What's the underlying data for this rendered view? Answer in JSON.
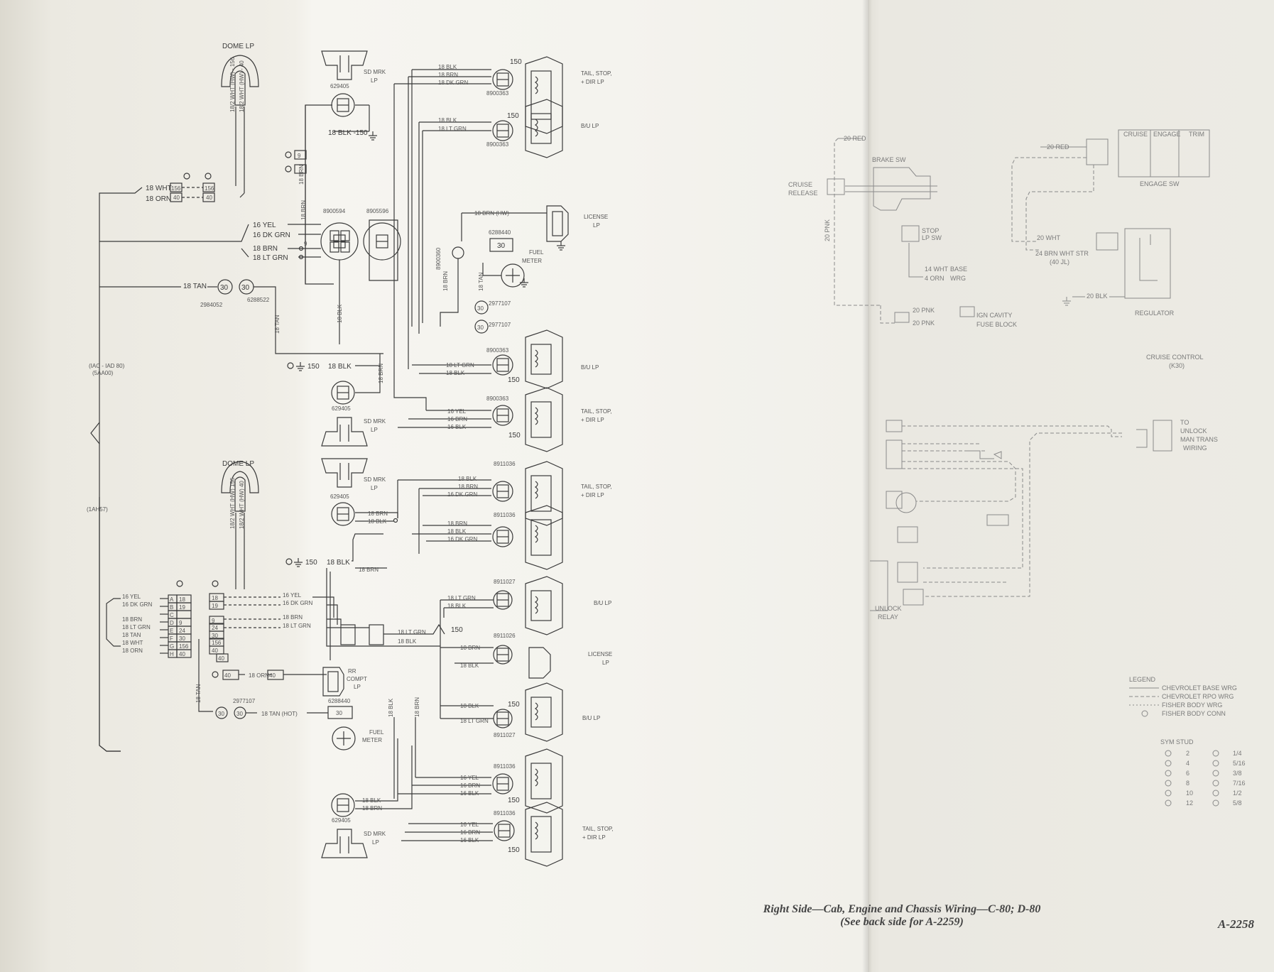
{
  "sheet": {
    "caption_line1": "Right Side—Cab, Engine and Chassis Wiring—C-80; D-80",
    "caption_line2": "(See back side for A-2259)",
    "page_number": "A-2258"
  },
  "left_diagram": {
    "labels": [
      {
        "id": "dome-lp-1",
        "text": "DOME LP"
      },
      {
        "id": "sd-mrk-1",
        "text": "SD MRK"
      },
      {
        "id": "lp-1",
        "text": "LP"
      },
      {
        "id": "tail-1",
        "text": "TAIL, STOP,"
      },
      {
        "id": "tail-1b",
        "text": "+ DIR LP"
      },
      {
        "id": "bu-1",
        "text": "B/U LP"
      },
      {
        "id": "license-1",
        "text": "LICENSE"
      },
      {
        "id": "license-1b",
        "text": "LP"
      },
      {
        "id": "fuel-1",
        "text": "FUEL"
      },
      {
        "id": "fuel-1b",
        "text": "METER"
      },
      {
        "id": "bu-2",
        "text": "B/U LP"
      },
      {
        "id": "tail-2",
        "text": "TAIL, STOP,"
      },
      {
        "id": "tail-2b",
        "text": "+ DIR LP"
      },
      {
        "id": "sd-mrk-2",
        "text": "SD MRK"
      },
      {
        "id": "lp-2",
        "text": "LP"
      },
      {
        "id": "iac",
        "text": "(IAC - IAD 80)"
      },
      {
        "id": "iac2",
        "text": "(5AA00)"
      },
      {
        "id": "dome-lp-2",
        "text": "DOME LP"
      },
      {
        "id": "sd-mrk-3",
        "text": "SD MRK"
      },
      {
        "id": "lp-3",
        "text": "LP"
      },
      {
        "id": "tail-3",
        "text": "TAIL, STOP,"
      },
      {
        "id": "tail-3b",
        "text": "+ DIR LP"
      },
      {
        "id": "iah",
        "text": "(1AH57)"
      },
      {
        "id": "bu-3",
        "text": "B/U LP"
      },
      {
        "id": "license-2",
        "text": "LICENSE"
      },
      {
        "id": "license-2b",
        "text": "LP"
      },
      {
        "id": "rr",
        "text": "RR"
      },
      {
        "id": "rr2",
        "text": "COMPT"
      },
      {
        "id": "rr3",
        "text": "LP"
      },
      {
        "id": "bu-4",
        "text": "B/U LP"
      },
      {
        "id": "fuel-2",
        "text": "FUEL"
      },
      {
        "id": "fuel-2b",
        "text": "METER"
      },
      {
        "id": "tail-4",
        "text": "TAIL, STOP,"
      },
      {
        "id": "tail-4b",
        "text": "+ DIR LP"
      },
      {
        "id": "sd-mrk-4",
        "text": "SD MRK"
      },
      {
        "id": "lp-4",
        "text": "LP"
      }
    ],
    "wires": [
      {
        "id": "w1",
        "text": "18 WHT"
      },
      {
        "id": "w2",
        "text": "18 ORN"
      },
      {
        "id": "w3",
        "text": "16 YEL"
      },
      {
        "id": "w4",
        "text": "16 DK GRN"
      },
      {
        "id": "w5",
        "text": "18 BRN"
      },
      {
        "id": "w6",
        "text": "18 LT GRN"
      },
      {
        "id": "w7",
        "text": "18 TAN"
      },
      {
        "id": "w8",
        "text": "18 BLK"
      },
      {
        "id": "w9",
        "text": "18 BLK"
      },
      {
        "id": "w10",
        "text": "18 BRN"
      },
      {
        "id": "w11",
        "text": "18 DK GRN"
      },
      {
        "id": "w12",
        "text": "18 BLK"
      },
      {
        "id": "w13",
        "text": "18 LT GRN"
      },
      {
        "id": "w14",
        "text": "18 BRN (HW)"
      },
      {
        "id": "w15",
        "text": "18 LT GRN"
      },
      {
        "id": "w16",
        "text": "18 BLK"
      },
      {
        "id": "w17",
        "text": "16 YEL"
      },
      {
        "id": "w18",
        "text": "16 BRN"
      },
      {
        "id": "w19",
        "text": "16 BLK"
      },
      {
        "id": "w20",
        "text": "18 BLK"
      },
      {
        "id": "w21",
        "text": "18 BRN"
      },
      {
        "id": "w22",
        "text": "16 DK GRN"
      },
      {
        "id": "w23",
        "text": "18 BRN"
      },
      {
        "id": "w24",
        "text": "18 BLK"
      },
      {
        "id": "w25",
        "text": "18 BLK"
      },
      {
        "id": "w26",
        "text": "16 YEL"
      },
      {
        "id": "w27",
        "text": "16 DK GRN"
      },
      {
        "id": "w28",
        "text": "18 BRN"
      },
      {
        "id": "w29",
        "text": "18 LT GRN"
      },
      {
        "id": "w30",
        "text": "18 BRN"
      },
      {
        "id": "w31",
        "text": "18 ORN"
      },
      {
        "id": "w32",
        "text": "18 TAN (HOT)"
      },
      {
        "id": "w33",
        "text": "18 LT GRN"
      },
      {
        "id": "w34",
        "text": "18 BLK"
      },
      {
        "id": "w35",
        "text": "18 BRN"
      },
      {
        "id": "w36",
        "text": "18 BLK"
      },
      {
        "id": "w37",
        "text": "18 BLK"
      },
      {
        "id": "w38",
        "text": "18 LT GRN"
      },
      {
        "id": "w39",
        "text": "16 YEL"
      },
      {
        "id": "w40",
        "text": "16 BRN"
      },
      {
        "id": "w41",
        "text": "16 BLK"
      },
      {
        "id": "w42",
        "text": "18 BLK"
      },
      {
        "id": "w43",
        "text": "18 BRN"
      },
      {
        "id": "w44",
        "text": "16 YEL"
      },
      {
        "id": "w45",
        "text": "16 BRN"
      },
      {
        "id": "w46",
        "text": "16 BLK"
      },
      {
        "id": "w47",
        "text": "18 BLK"
      },
      {
        "id": "w48",
        "text": "18 BRN"
      },
      {
        "id": "w49",
        "text": "16 YEL"
      },
      {
        "id": "w50",
        "text": "16 DK GRN"
      },
      {
        "id": "w51",
        "text": "18 BRN"
      },
      {
        "id": "w52",
        "text": "18 LT GRN"
      },
      {
        "id": "w53",
        "text": "18 TAN"
      },
      {
        "id": "w54",
        "text": "18 WHT"
      },
      {
        "id": "w55",
        "text": "18 ORN"
      }
    ],
    "vertical_wires": [
      {
        "id": "v1",
        "text": "18/2 WHT (HW) - 156"
      },
      {
        "id": "v2",
        "text": "18/2 WHT (HW) - 40"
      },
      {
        "id": "v3",
        "text": "18 BRN"
      },
      {
        "id": "v4",
        "text": "18 BRN"
      },
      {
        "id": "v5",
        "text": "18 TAN"
      },
      {
        "id": "v6",
        "text": "18 BLK"
      },
      {
        "id": "v7",
        "text": "18 BRN"
      },
      {
        "id": "v8",
        "text": "18 BLK"
      },
      {
        "id": "v9",
        "text": "18 BRN"
      },
      {
        "id": "v10",
        "text": "18 TAN"
      },
      {
        "id": "v11",
        "text": "18/2 WHT (HW) 156"
      },
      {
        "id": "v12",
        "text": "18/2 WHT (HW) 40"
      },
      {
        "id": "v13",
        "text": "18 BRN"
      },
      {
        "id": "v14",
        "text": "18 BLK"
      },
      {
        "id": "v15",
        "text": "18 BRN"
      },
      {
        "id": "v16",
        "text": "18 TAN"
      }
    ],
    "circuit_numbers": [
      "156",
      "40",
      "30",
      "9",
      "24",
      "150",
      "18",
      "19",
      "9",
      "24",
      "30",
      "156",
      "40",
      "40",
      "30",
      "40"
    ],
    "part_numbers": [
      "629405",
      "8900594",
      "8905596",
      "2984052",
      "6288522",
      "629405",
      "6288440",
      "8900363",
      "8900363",
      "8900360",
      "2977107",
      "2977107",
      "6288440",
      "629405",
      "8911036",
      "8911036",
      "8911027",
      "8911026",
      "8911036",
      "8911036"
    ],
    "pins": [
      "A",
      "B",
      "C",
      "D",
      "E",
      "F",
      "G",
      "H"
    ],
    "pin_values": [
      "18",
      "19",
      "",
      "9",
      "24",
      "30",
      "156",
      "40"
    ]
  },
  "right_diagram": {
    "top_labels": [
      {
        "id": "r1",
        "text": "20 RED"
      },
      {
        "id": "r2",
        "text": "BRAKE SW"
      },
      {
        "id": "r3",
        "text": "CRUISE"
      },
      {
        "id": "r4",
        "text": "RELEASE"
      },
      {
        "id": "r5",
        "text": "20 PNK"
      },
      {
        "id": "r6",
        "text": "STOP"
      },
      {
        "id": "r7",
        "text": "LP SW"
      },
      {
        "id": "r8",
        "text": "14 WHT"
      },
      {
        "id": "r9",
        "text": "BASE"
      },
      {
        "id": "r10",
        "text": "4 ORN"
      },
      {
        "id": "r11",
        "text": "WRG"
      },
      {
        "id": "r12",
        "text": "20 PNK"
      },
      {
        "id": "r13",
        "text": "20 PNK"
      },
      {
        "id": "r14",
        "text": "IGN CAVITY"
      },
      {
        "id": "r15",
        "text": "FUSE BLOCK"
      },
      {
        "id": "r16",
        "text": "CRUISE"
      },
      {
        "id": "r17",
        "text": "ENGAGE"
      },
      {
        "id": "r18",
        "text": "TRIM"
      },
      {
        "id": "r19",
        "text": "20 RED"
      },
      {
        "id": "r20",
        "text": "ENGAGE SW"
      },
      {
        "id": "r21",
        "text": "20 WHT"
      },
      {
        "id": "r22",
        "text": "24 BRN WHT STR"
      },
      {
        "id": "r23",
        "text": "(40 JL)"
      },
      {
        "id": "r24",
        "text": "20 BLK"
      },
      {
        "id": "r25",
        "text": "REGULATOR"
      },
      {
        "id": "r26",
        "text": "CRUISE CONTROL"
      },
      {
        "id": "r27",
        "text": "(K30)"
      }
    ],
    "lower_labels": [
      {
        "id": "u1",
        "text": "TO"
      },
      {
        "id": "u2",
        "text": "UNLOCK"
      },
      {
        "id": "u3",
        "text": "MAN TRANS"
      },
      {
        "id": "u4",
        "text": "WIRING"
      },
      {
        "id": "u5",
        "text": "UNLOCK"
      },
      {
        "id": "u6",
        "text": "RELAY"
      }
    ],
    "legend": {
      "title": "LEGEND",
      "entries": [
        "CHEVROLET BASE WRG",
        "CHEVROLET RPO WRG",
        "FISHER BODY WRG",
        "FISHER BODY CONN"
      ],
      "stud_title": "SYM  STUD",
      "studs": [
        {
          "sym": "2",
          "size": "1/4"
        },
        {
          "sym": "4",
          "size": "5/16"
        },
        {
          "sym": "6",
          "size": "3/8"
        },
        {
          "sym": "8",
          "size": "7/16"
        },
        {
          "sym": "10",
          "size": "1/2"
        },
        {
          "sym": "12",
          "size": "5/8"
        }
      ]
    }
  },
  "colors": {
    "ink": "#3a3a3a",
    "faint_ink": "#8a8a8a",
    "paper": "#f4f3ee"
  }
}
